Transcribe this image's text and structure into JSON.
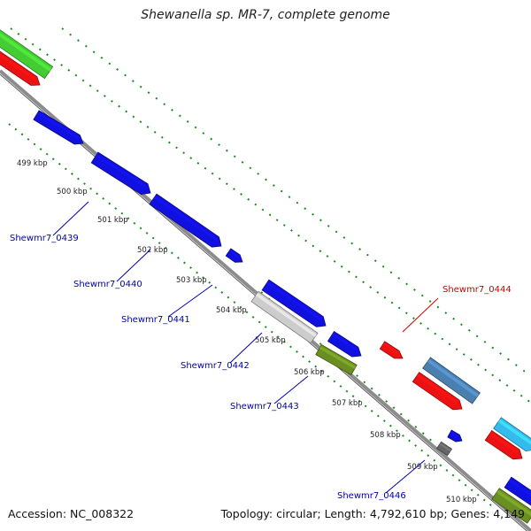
{
  "title": "Shewanella sp. MR-7, complete genome",
  "accession_text": "Accession: NC_008322",
  "summary_text": "Topology: circular; Length: 4,792,610 bp; Genes: 4,149",
  "ticks": [
    {
      "label": "499 kbp"
    },
    {
      "label": "500 kbp"
    },
    {
      "label": "501 kbp"
    },
    {
      "label": "502 kbp"
    },
    {
      "label": "503 kbp"
    },
    {
      "label": "504 kbp"
    },
    {
      "label": "505 kbp"
    },
    {
      "label": "506 kbp"
    },
    {
      "label": "507 kbp"
    },
    {
      "label": "508 kbp"
    },
    {
      "label": "509 kbp"
    },
    {
      "label": "510 kbp"
    }
  ],
  "gene_labels": [
    {
      "label": "Shewmr7_0439",
      "color": "#0000b0"
    },
    {
      "label": "Shewmr7_0440",
      "color": "#0000b0"
    },
    {
      "label": "Shewmr7_0441",
      "color": "#0000b0"
    },
    {
      "label": "Shewmr7_0442",
      "color": "#0000b0"
    },
    {
      "label": "Shewmr7_0443",
      "color": "#0000b0"
    },
    {
      "label": "Shewmr7_0446",
      "color": "#0000b0"
    },
    {
      "label": "Shewmr7_0444",
      "color": "#d00000"
    }
  ],
  "colors": {
    "backbone": "#8c8c8c",
    "dots": "#1a8a1a",
    "blue": "#1010e0",
    "red": "#ee1111",
    "green": "#44cc33",
    "olive": "#6b8e23",
    "steel": "#4a7fb0",
    "cyan": "#33bbee",
    "gray": "#666666",
    "light": "#cccccc"
  }
}
